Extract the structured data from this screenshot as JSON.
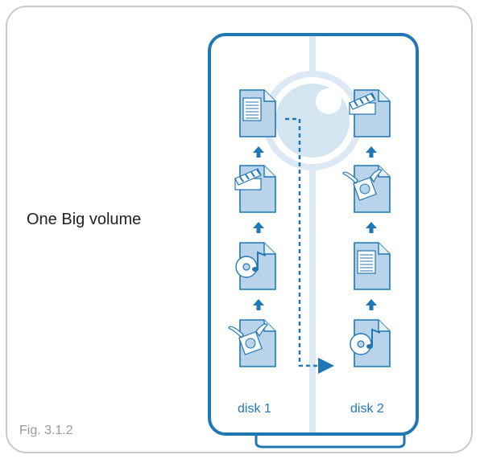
{
  "caption": "One Big volume",
  "figure_label": "Fig. 3.1.2",
  "colors": {
    "enclosure": "#1f77b4",
    "panel_light": "#d4e5f2",
    "file_fill": "#b9d3ea",
    "arrow": "#1f77b4",
    "frame": "#c9c9c9"
  },
  "disks": [
    {
      "label": "disk 1",
      "files": [
        "document-icon",
        "film-clapper-icon",
        "music-cd-icon",
        "winged-stamp-icon"
      ]
    },
    {
      "label": "disk 2",
      "files": [
        "film-clapper-icon",
        "winged-stamp-icon",
        "document-icon",
        "music-cd-icon"
      ]
    }
  ]
}
